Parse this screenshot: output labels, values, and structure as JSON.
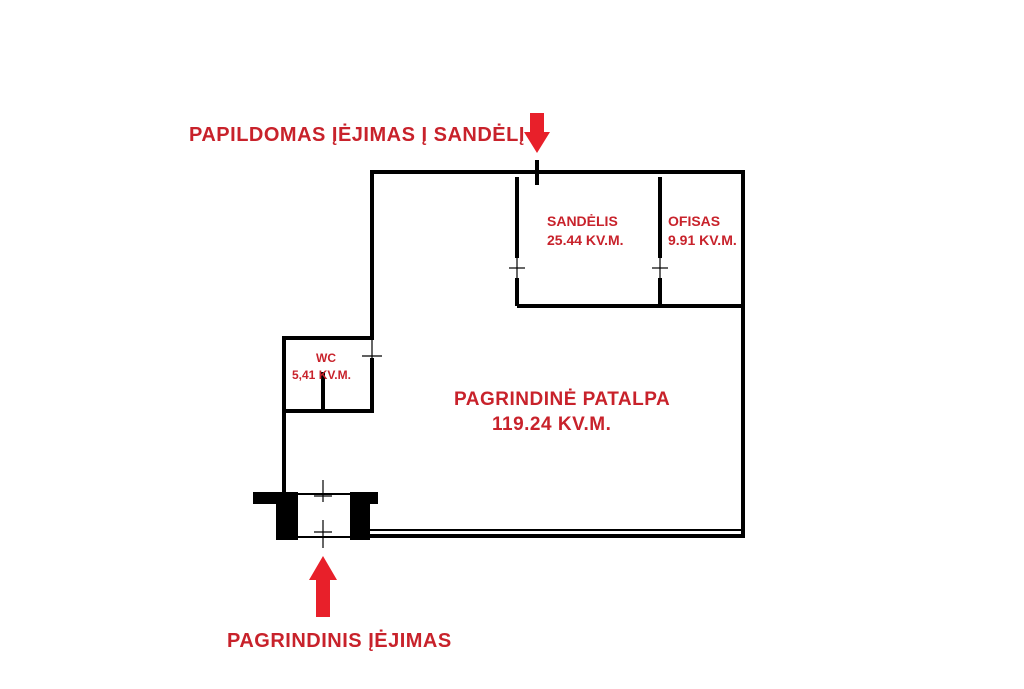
{
  "annotations": {
    "secondary_entrance": "PAPILDOMAS ĮĖJIMAS Į SANDĖLĮ",
    "main_entrance": "PAGRINDINIS ĮĖJIMAS"
  },
  "rooms": {
    "main_hall": {
      "name": "PAGRINDINĖ PATALPA",
      "area": "119.24 KV.M."
    },
    "storage": {
      "name": "SANDĖLIS",
      "area": "25.44 KV.M."
    },
    "office": {
      "name": "OFISAS",
      "area": "9.91 KV.M."
    },
    "wc": {
      "name": "WC",
      "area": "5,41 KV.M."
    }
  },
  "colors": {
    "wall": "#000000",
    "annotation": "#c8222b",
    "arrow": "#e8202a",
    "background": "#ffffff"
  }
}
